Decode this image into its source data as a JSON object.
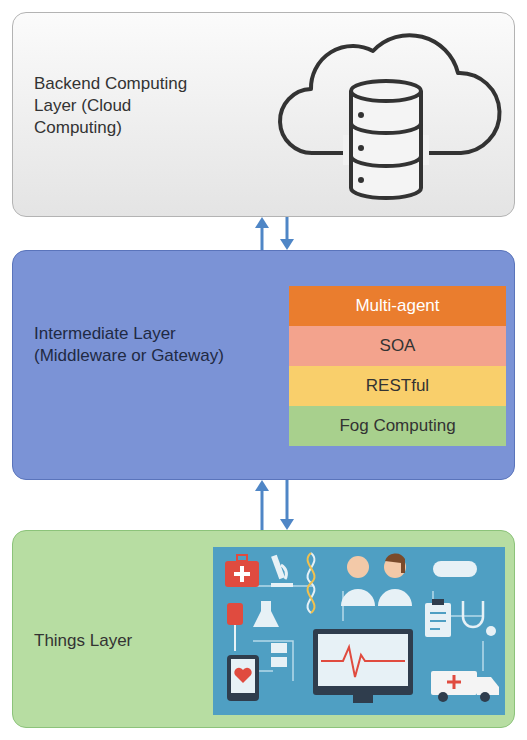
{
  "diagram": {
    "nodes": [
      {
        "text": [
          "Backend Computing Layer (Cloud Computing)"
        ]
      },
      {
        "text": [
          "Intermediate Layer (Middleware or Gateway)"
        ]
      },
      {
        "text": [
          "Multi-agent"
        ],
        "in": 1
      },
      {
        "text": [
          "SOA"
        ],
        "in": 1
      },
      {
        "text": [
          "RESTful"
        ],
        "in": 1
      },
      {
        "text": [
          "Fog Computing"
        ],
        "in": 1
      },
      {
        "text": [
          "Things Layer"
        ]
      }
    ],
    "edges": [
      {
        "from": 1,
        "to": 0,
        "arrow": "to"
      },
      {
        "from": 0,
        "to": 1,
        "arrow": "to"
      },
      {
        "from": 6,
        "to": 1,
        "arrow": "to"
      },
      {
        "from": 1,
        "to": 6,
        "arrow": "to"
      }
    ]
  }
}
